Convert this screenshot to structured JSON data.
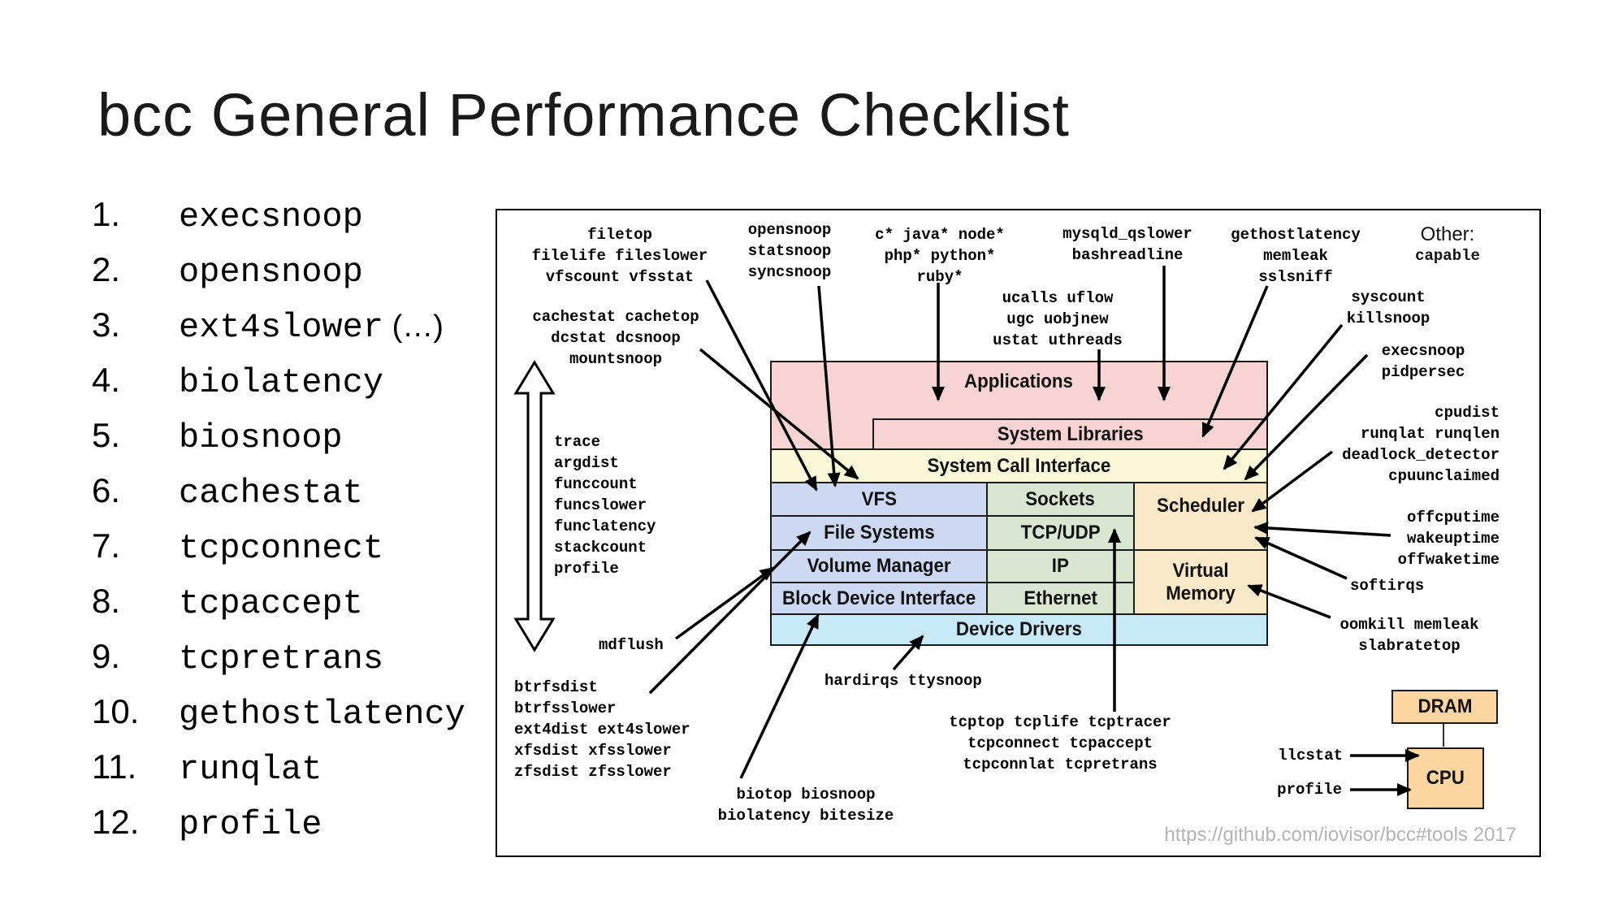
{
  "slide": {
    "title": "bcc General Performance Checklist"
  },
  "checklist": [
    {
      "num": "1.",
      "tool": "execsnoop"
    },
    {
      "num": "2.",
      "tool": "opensnoop"
    },
    {
      "num": "3.",
      "tool": "ext4slower",
      "suffix": "(…)"
    },
    {
      "num": "4.",
      "tool": "biolatency"
    },
    {
      "num": "5.",
      "tool": "biosnoop"
    },
    {
      "num": "6.",
      "tool": "cachestat"
    },
    {
      "num": "7.",
      "tool": "tcpconnect"
    },
    {
      "num": "8.",
      "tool": "tcpaccept"
    },
    {
      "num": "9.",
      "tool": "tcpretrans"
    },
    {
      "num": "10.",
      "tool": "gethostlatency"
    },
    {
      "num": "11.",
      "tool": "runqlat"
    },
    {
      "num": "12.",
      "tool": "profile"
    }
  ],
  "diagram": {
    "stack": {
      "applications": "Applications",
      "system_libraries": "System Libraries",
      "system_call_interface": "System Call Interface",
      "vfs": "VFS",
      "sockets": "Sockets",
      "scheduler": "Scheduler",
      "file_systems": "File Systems",
      "tcp_udp": "TCP/UDP",
      "ip": "IP",
      "volume_manager": "Volume Manager",
      "block_device_interface": "Block Device Interface",
      "ethernet": "Ethernet",
      "virtual_memory": "Virtual Memory",
      "device_drivers": "Device Drivers",
      "dram": "DRAM",
      "cpu": "CPU"
    },
    "tools": {
      "filetop": [
        "filetop",
        "filelife fileslower",
        "vfscount vfsstat"
      ],
      "opensnoop": [
        "opensnoop",
        "statsnoop",
        "syncsnoop"
      ],
      "runtimes": [
        "c* java* node*",
        "php* python*",
        "ruby*"
      ],
      "mysqld": [
        "mysqld_qslower",
        "bashreadline"
      ],
      "ucalls": [
        "ucalls uflow",
        "ugc uobjnew",
        "ustat uthreads"
      ],
      "gethostlatency": [
        "gethostlatency",
        "memleak",
        "sslsniff"
      ],
      "syscount": [
        "syscount",
        "killsnoop"
      ],
      "execsnoop": [
        "execsnoop",
        "pidpersec"
      ],
      "cachestat": [
        "cachestat cachetop",
        "dcstat dcsnoop",
        "mountsnoop"
      ],
      "trace": [
        "trace",
        "argdist",
        "funccount",
        "funcslower",
        "funclatency",
        "stackcount",
        "profile"
      ],
      "mdflush": [
        "mdflush"
      ],
      "btrfs": [
        "btrfsdist",
        "btrfsslower",
        "ext4dist ext4slower",
        "xfsdist xfsslower",
        "zfsdist zfsslower"
      ],
      "biotop": [
        "biotop biosnoop",
        "biolatency bitesize"
      ],
      "hardirqs": [
        "hardirqs ttysnoop"
      ],
      "tcptools": [
        "tcptop tcplife tcptracer",
        "tcpconnect tcpaccept",
        "tcpconnlat tcpretrans"
      ],
      "cpudist": [
        "cpudist",
        "runqlat runqlen",
        "deadlock_detector",
        "cpuunclaimed"
      ],
      "offcpu": [
        "offcputime",
        "wakeuptime",
        "offwaketime"
      ],
      "softirqs": [
        "softirqs"
      ],
      "oomkill": [
        "oomkill memleak",
        "slabratetop"
      ],
      "llcstat": [
        "llcstat"
      ],
      "profile": [
        "profile"
      ]
    },
    "other": {
      "label": "Other:",
      "tool": "capable"
    },
    "footer": {
      "url": "https://github.com/iovisor/bcc#tools 2017"
    },
    "colors": {
      "pink": "#f8d3d3",
      "yellow": "#fbf8d9",
      "blue": "#cdd9f3",
      "green": "#d9e6d1",
      "tan": "#fae9c9",
      "light_blue": "#c8eaf8",
      "orange": "#fcd5a0",
      "arrow": "#000000",
      "url_gray": "#b4b4b4"
    }
  }
}
